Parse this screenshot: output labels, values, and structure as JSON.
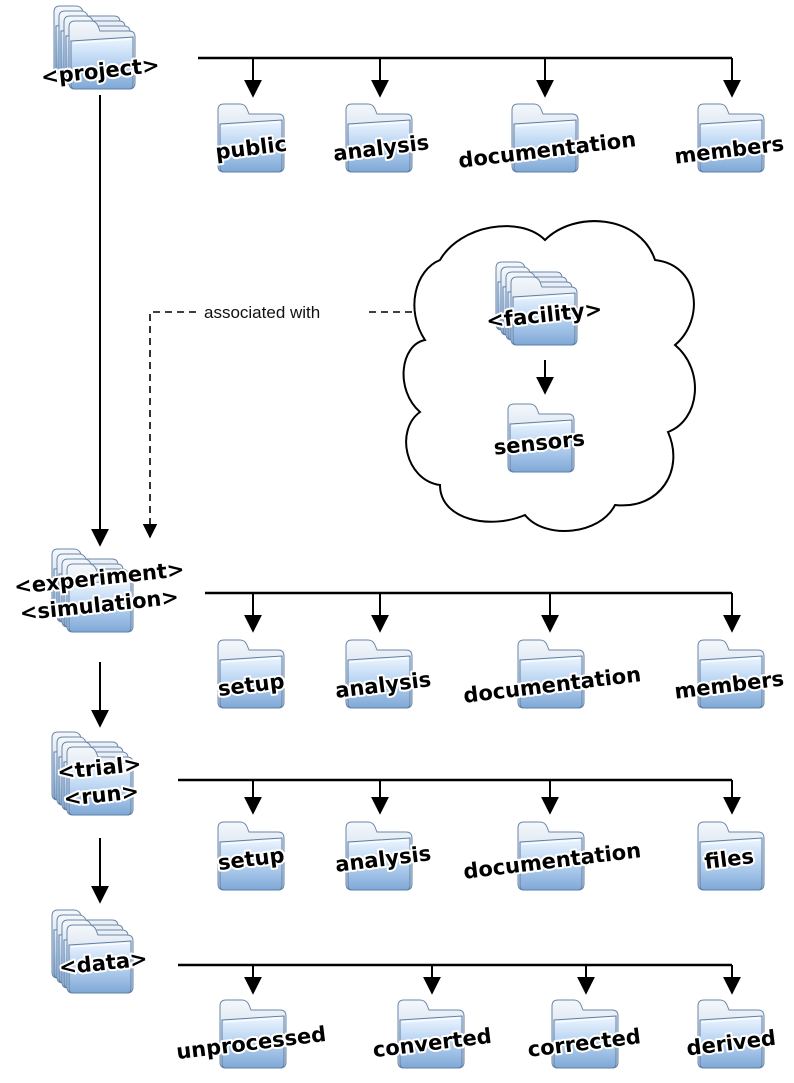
{
  "folders": {
    "project": "<project>",
    "public": "public",
    "project_analysis": "analysis",
    "project_documentation": "documentation",
    "project_members": "members",
    "facility": "<facility>",
    "sensors": "sensors",
    "experiment": "<experiment>",
    "simulation": "<simulation>",
    "exp_setup": "setup",
    "exp_analysis": "analysis",
    "exp_documentation": "documentation",
    "exp_members": "members",
    "trial": "<trial>",
    "run": "<run>",
    "trial_setup": "setup",
    "trial_analysis": "analysis",
    "trial_documentation": "documentation",
    "files": "files",
    "data": "<data>",
    "unprocessed": "unprocessed",
    "converted": "converted",
    "corrected": "corrected",
    "derived": "derived"
  },
  "edges": {
    "associated_label": "associated with"
  },
  "colors": {
    "folder_light": "#d6e9fb",
    "folder_dark": "#7fa8d6",
    "folder_edge": "#5d7fa6",
    "line": "#000000",
    "cloud_stroke": "#000000"
  }
}
